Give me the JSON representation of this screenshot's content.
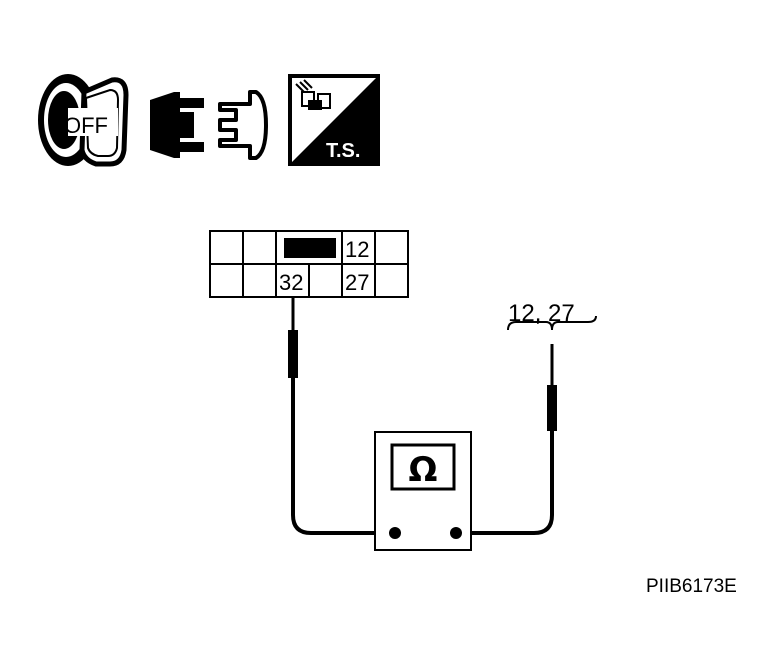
{
  "icons": {
    "ignition": {
      "name": "ignition-key-icon",
      "label": "OFF"
    },
    "connector": {
      "name": "disconnect-connector-icon"
    },
    "test_group": {
      "name": "test-group-icon",
      "label": "T.S."
    }
  },
  "connector": {
    "pins": {
      "top": "12",
      "bottom_left": "32",
      "bottom_right": "27"
    }
  },
  "harness_label": "12, 27",
  "meter_symbol": "Ω",
  "figure_code": "PIIB6173E"
}
